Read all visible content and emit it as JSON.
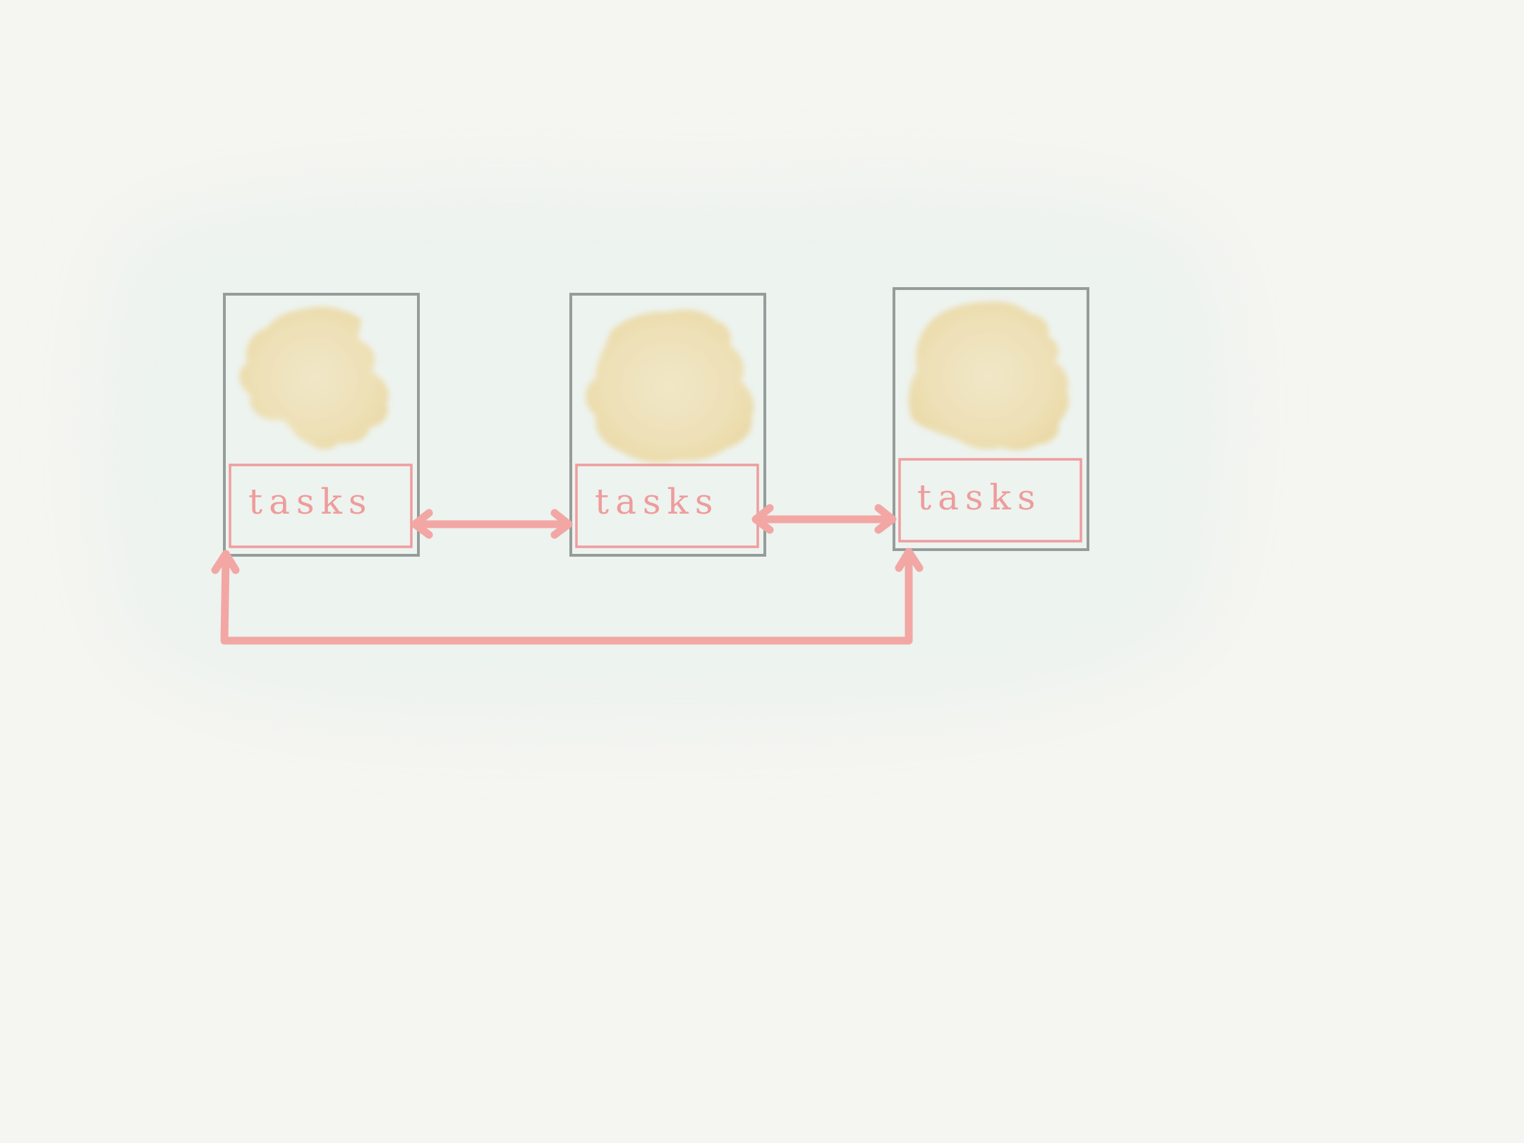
{
  "diagram": {
    "nodes": [
      {
        "id": "node-1",
        "task_label": "tasks"
      },
      {
        "id": "node-2",
        "task_label": "tasks"
      },
      {
        "id": "node-3",
        "task_label": "tasks"
      }
    ],
    "connections": [
      {
        "from": "node-1",
        "to": "node-2",
        "direction": "bidirectional"
      },
      {
        "from": "node-2",
        "to": "node-3",
        "direction": "bidirectional"
      },
      {
        "from": "node-1",
        "to": "node-3",
        "direction": "bidirectional",
        "route": "below"
      }
    ],
    "colors": {
      "background": "#f5f5f1",
      "wash": "#eef3ef",
      "node_border": "#8e9794",
      "blob": "#f0deaa",
      "task_box": "#ef9d9d",
      "arrow": "#f2a7a5"
    }
  }
}
